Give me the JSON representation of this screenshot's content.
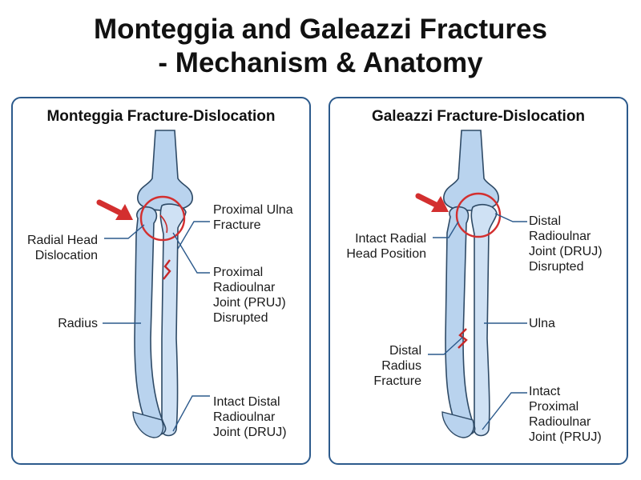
{
  "title_line1": "Monteggia and Galeazzi Fractures",
  "title_line2": "- Mechanism & Anatomy",
  "colors": {
    "panel_border": "#2c5a8c",
    "bone_fill": "#b9d3ee",
    "bone_outline": "#2e4a66",
    "highlight_circle": "#d32f2f",
    "fracture_line": "#c62828",
    "arrow": "#d32f2f",
    "leader_line": "#2c5a8c"
  },
  "monteggia": {
    "title": "Monteggia Fracture-Dislocation",
    "labels": {
      "radial_head_dislocation": [
        "Radial Head",
        "Dislocation"
      ],
      "proximal_ulna_fracture": [
        "Proximal Ulna",
        "Fracture"
      ],
      "pruj_disrupted": [
        "Proximal",
        "Radioulnar",
        "Joint (PRUJ)",
        "Disrupted"
      ],
      "radius": [
        "Radius"
      ],
      "intact_druj": [
        "Intact Distal",
        "Radioulnar",
        "Joint (DRUJ)"
      ]
    }
  },
  "galeazzi": {
    "title": "Galeazzi Fracture-Dislocation",
    "labels": {
      "intact_radial_head": [
        "Intact Radial",
        "Head Position"
      ],
      "druj_disrupted": [
        "Distal",
        "Radioulnar",
        "Joint (DRUJ)",
        "Disrupted"
      ],
      "ulna": [
        "Ulna"
      ],
      "distal_radius_fracture": [
        "Distal",
        "Radius",
        "Fracture"
      ],
      "intact_pruj": [
        "Intact",
        "Proximal",
        "Radioulnar",
        "Joint (PRUJ)"
      ]
    }
  }
}
